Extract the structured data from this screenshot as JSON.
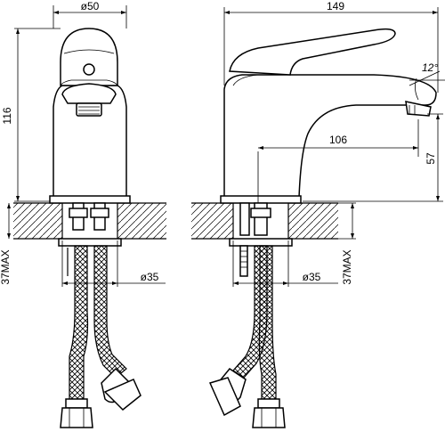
{
  "drawing": {
    "dimensions": {
      "front_width": "ø50",
      "front_height": "116",
      "front_mount_depth": "37MAX",
      "front_hole": "ø35",
      "side_length": "149",
      "side_reach": "106",
      "side_spout_height": "57",
      "side_angle": "12°",
      "side_mount_depth": "37MAX",
      "side_hole": "ø35"
    }
  }
}
